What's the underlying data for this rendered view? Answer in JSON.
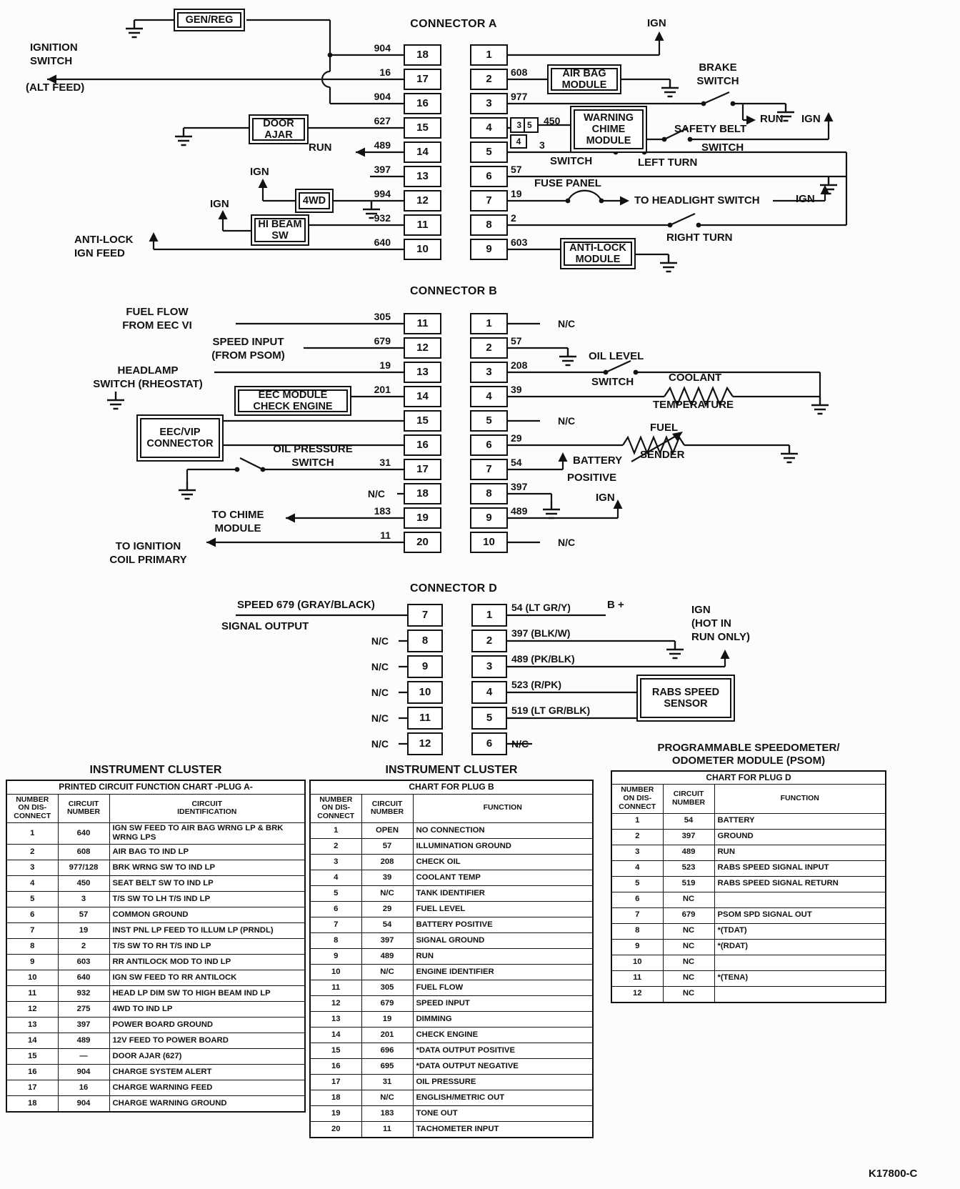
{
  "headings": {
    "connector_a": "CONNECTOR A",
    "connector_b": "CONNECTOR B",
    "connector_d": "CONNECTOR D"
  },
  "connectors": {
    "a": {
      "left": [
        {
          "pin": "18",
          "wire": "904"
        },
        {
          "pin": "17",
          "wire": "16"
        },
        {
          "pin": "16",
          "wire": "904"
        },
        {
          "pin": "15",
          "wire": "627"
        },
        {
          "pin": "14",
          "wire": "489"
        },
        {
          "pin": "13",
          "wire": "397"
        },
        {
          "pin": "12",
          "wire": "994"
        },
        {
          "pin": "11",
          "wire": "932"
        },
        {
          "pin": "10",
          "wire": "640"
        }
      ],
      "right": [
        {
          "pin": "1",
          "wire": ""
        },
        {
          "pin": "2",
          "wire": "608"
        },
        {
          "pin": "3",
          "wire": "977"
        },
        {
          "pin": "4",
          "wire": "450"
        },
        {
          "pin": "5",
          "wire": "3"
        },
        {
          "pin": "6",
          "wire": "57"
        },
        {
          "pin": "7",
          "wire": "19"
        },
        {
          "pin": "8",
          "wire": "2"
        },
        {
          "pin": "9",
          "wire": "603"
        }
      ]
    },
    "b": {
      "left": [
        {
          "pin": "11",
          "wire": "305"
        },
        {
          "pin": "12",
          "wire": "679"
        },
        {
          "pin": "13",
          "wire": "19"
        },
        {
          "pin": "14",
          "wire": "201"
        },
        {
          "pin": "15",
          "wire": ""
        },
        {
          "pin": "16",
          "wire": ""
        },
        {
          "pin": "17",
          "wire": "31"
        },
        {
          "pin": "18",
          "wire": "N/C"
        },
        {
          "pin": "19",
          "wire": "183"
        },
        {
          "pin": "20",
          "wire": "11"
        }
      ],
      "right": [
        {
          "pin": "1",
          "wire": "N/C"
        },
        {
          "pin": "2",
          "wire": "57"
        },
        {
          "pin": "3",
          "wire": "208"
        },
        {
          "pin": "4",
          "wire": "39"
        },
        {
          "pin": "5",
          "wire": "N/C"
        },
        {
          "pin": "6",
          "wire": "29"
        },
        {
          "pin": "7",
          "wire": "54"
        },
        {
          "pin": "8",
          "wire": "397"
        },
        {
          "pin": "9",
          "wire": "489"
        },
        {
          "pin": "10",
          "wire": "N/C"
        }
      ]
    },
    "d": {
      "left": [
        {
          "pin": "7",
          "wire": ""
        },
        {
          "pin": "8",
          "wire": "N/C"
        },
        {
          "pin": "9",
          "wire": "N/C"
        },
        {
          "pin": "10",
          "wire": "N/C"
        },
        {
          "pin": "11",
          "wire": "N/C"
        },
        {
          "pin": "12",
          "wire": "N/C"
        }
      ],
      "right": [
        {
          "pin": "1",
          "wire": "54 (LT GR/Y)"
        },
        {
          "pin": "2",
          "wire": "397 (BLK/W)"
        },
        {
          "pin": "3",
          "wire": "489 (PK/BLK)"
        },
        {
          "pin": "4",
          "wire": "523 (R/PK)"
        },
        {
          "pin": "5",
          "wire": "519 (LT GR/BLK)"
        },
        {
          "pin": "6",
          "wire": "N/C"
        }
      ]
    }
  },
  "boxes": {
    "gen_reg": "GEN/REG",
    "door_ajar": "DOOR\nAJAR",
    "fourwd": "4WD",
    "hi_beam": "HI BEAM\nSW",
    "air_bag": "AIR BAG\nMODULE",
    "warning_chime": "WARNING\nCHIME\nMODULE",
    "anti_lock_module": "ANTI-LOCK\nMODULE",
    "eec_module": "EEC MODULE\nCHECK ENGINE",
    "eec_vip": "EEC/VIP\nCONNECTOR",
    "rabs": "RABS SPEED\nSENSOR",
    "mini_3": "3",
    "mini_5": "5",
    "mini_4": "4"
  },
  "labels": {
    "ignition_switch": "IGNITION\nSWITCH",
    "alt_feed": "(ALT FEED)",
    "run_left": "RUN",
    "ign_4wd": "IGN",
    "ign_hibeam": "IGN",
    "anti_lock_ign_feed": "ANTI-LOCK\nIGN FEED",
    "ign_pin1": "IGN",
    "brake_switch": "BRAKE\nSWITCH",
    "run_right": "RUN",
    "ign_belt": "IGN",
    "safety_belt": "SAFETY BELT",
    "safety_belt_switch": "SWITCH",
    "switch_5": "SWITCH",
    "left_turn": "LEFT TURN",
    "fuse_panel": "FUSE PANEL",
    "to_headlight": "TO HEADLIGHT SWITCH",
    "ign_fuse": "IGN",
    "right_turn": "RIGHT TURN",
    "fuel_flow": "FUEL FLOW\nFROM EEC VI",
    "speed_input": "SPEED INPUT\n(FROM PSOM)",
    "headlamp": "HEADLAMP\nSWITCH (RHEOSTAT)",
    "oil_pressure": "OIL PRESSURE\nSWITCH",
    "to_chime": "TO CHIME\nMODULE",
    "to_ignition_coil": "TO IGNITION\nCOIL PRIMARY",
    "oil_level": "OIL LEVEL",
    "oil_level_switch": "SWITCH",
    "coolant": "COOLANT",
    "temperature": "TEMPERATURE",
    "fuel": "FUEL",
    "sender": "SENDER",
    "battery": "BATTERY",
    "positive": "POSITIVE",
    "ign_b9": "IGN",
    "speed_679": "SPEED 679 (GRAY/BLACK)",
    "signal_output": "SIGNAL OUTPUT",
    "b_plus": "B +",
    "ign_hot": "IGN\n(HOT IN\nRUN ONLY)",
    "footer": "K17800-C"
  },
  "tables": {
    "plug_a": {
      "title": "INSTRUMENT CLUSTER",
      "subtitle": "PRINTED CIRCUIT FUNCTION CHART -PLUG A-",
      "headers": [
        "NUMBER\nON DIS-\nCONNECT",
        "CIRCUIT\nNUMBER",
        "CIRCUIT\nIDENTIFICATION"
      ],
      "rows": [
        [
          "1",
          "640",
          "IGN SW FEED TO AIR BAG WRNG LP & BRK WRNG LPS"
        ],
        [
          "2",
          "608",
          "AIR BAG TO IND LP"
        ],
        [
          "3",
          "977/128",
          "BRK WRNG SW TO IND LP"
        ],
        [
          "4",
          "450",
          "SEAT BELT SW TO IND LP"
        ],
        [
          "5",
          "3",
          "T/S SW TO LH T/S IND LP"
        ],
        [
          "6",
          "57",
          "COMMON GROUND"
        ],
        [
          "7",
          "19",
          "INST PNL LP FEED TO ILLUM LP (PRNDL)"
        ],
        [
          "8",
          "2",
          "T/S SW TO RH T/S IND LP"
        ],
        [
          "9",
          "603",
          "RR ANTILOCK MOD TO IND LP"
        ],
        [
          "10",
          "640",
          "IGN SW FEED TO RR ANTILOCK"
        ],
        [
          "11",
          "932",
          "HEAD LP DIM SW TO HIGH BEAM IND LP"
        ],
        [
          "12",
          "275",
          "4WD TO IND LP"
        ],
        [
          "13",
          "397",
          "POWER BOARD GROUND"
        ],
        [
          "14",
          "489",
          "12V FEED TO POWER BOARD"
        ],
        [
          "15",
          "—",
          "DOOR AJAR (627)"
        ],
        [
          "16",
          "904",
          "CHARGE SYSTEM ALERT"
        ],
        [
          "17",
          "16",
          "CHARGE WARNING FEED"
        ],
        [
          "18",
          "904",
          "CHARGE WARNING GROUND"
        ]
      ]
    },
    "plug_b": {
      "title": "INSTRUMENT CLUSTER",
      "subtitle": "CHART FOR PLUG B",
      "headers": [
        "NUMBER\nON DIS-\nCONNECT",
        "CIRCUIT\nNUMBER",
        "FUNCTION"
      ],
      "rows": [
        [
          "1",
          "OPEN",
          "NO CONNECTION"
        ],
        [
          "2",
          "57",
          "ILLUMINATION GROUND"
        ],
        [
          "3",
          "208",
          "CHECK OIL"
        ],
        [
          "4",
          "39",
          "COOLANT TEMP"
        ],
        [
          "5",
          "N/C",
          "TANK IDENTIFIER"
        ],
        [
          "6",
          "29",
          "FUEL LEVEL"
        ],
        [
          "7",
          "54",
          "BATTERY POSITIVE"
        ],
        [
          "8",
          "397",
          "SIGNAL GROUND"
        ],
        [
          "9",
          "489",
          "RUN"
        ],
        [
          "10",
          "N/C",
          "ENGINE IDENTIFIER"
        ],
        [
          "11",
          "305",
          "FUEL FLOW"
        ],
        [
          "12",
          "679",
          "SPEED INPUT"
        ],
        [
          "13",
          "19",
          "DIMMING"
        ],
        [
          "14",
          "201",
          "CHECK ENGINE"
        ],
        [
          "15",
          "696",
          "*DATA OUTPUT POSITIVE"
        ],
        [
          "16",
          "695",
          "*DATA OUTPUT NEGATIVE"
        ],
        [
          "17",
          "31",
          "OIL PRESSURE"
        ],
        [
          "18",
          "N/C",
          "ENGLISH/METRIC OUT"
        ],
        [
          "19",
          "183",
          "TONE OUT"
        ],
        [
          "20",
          "11",
          "TACHOMETER INPUT"
        ]
      ]
    },
    "plug_d": {
      "title": "PROGRAMMABLE SPEEDOMETER/\nODOMETER MODULE (PSOM)",
      "subtitle": "CHART FOR PLUG D",
      "headers": [
        "NUMBER\nON DIS-\nCONNECT",
        "CIRCUIT\nNUMBER",
        "FUNCTION"
      ],
      "rows": [
        [
          "1",
          "54",
          "BATTERY"
        ],
        [
          "2",
          "397",
          "GROUND"
        ],
        [
          "3",
          "489",
          "RUN"
        ],
        [
          "4",
          "523",
          "RABS SPEED SIGNAL INPUT"
        ],
        [
          "5",
          "519",
          "RABS SPEED SIGNAL RETURN"
        ],
        [
          "6",
          "NC",
          ""
        ],
        [
          "7",
          "679",
          "PSOM SPD SIGNAL OUT"
        ],
        [
          "8",
          "NC",
          "*(TDAT)"
        ],
        [
          "9",
          "NC",
          "*(RDAT)"
        ],
        [
          "10",
          "NC",
          ""
        ],
        [
          "11",
          "NC",
          "*(TENA)"
        ],
        [
          "12",
          "NC",
          ""
        ]
      ]
    }
  }
}
